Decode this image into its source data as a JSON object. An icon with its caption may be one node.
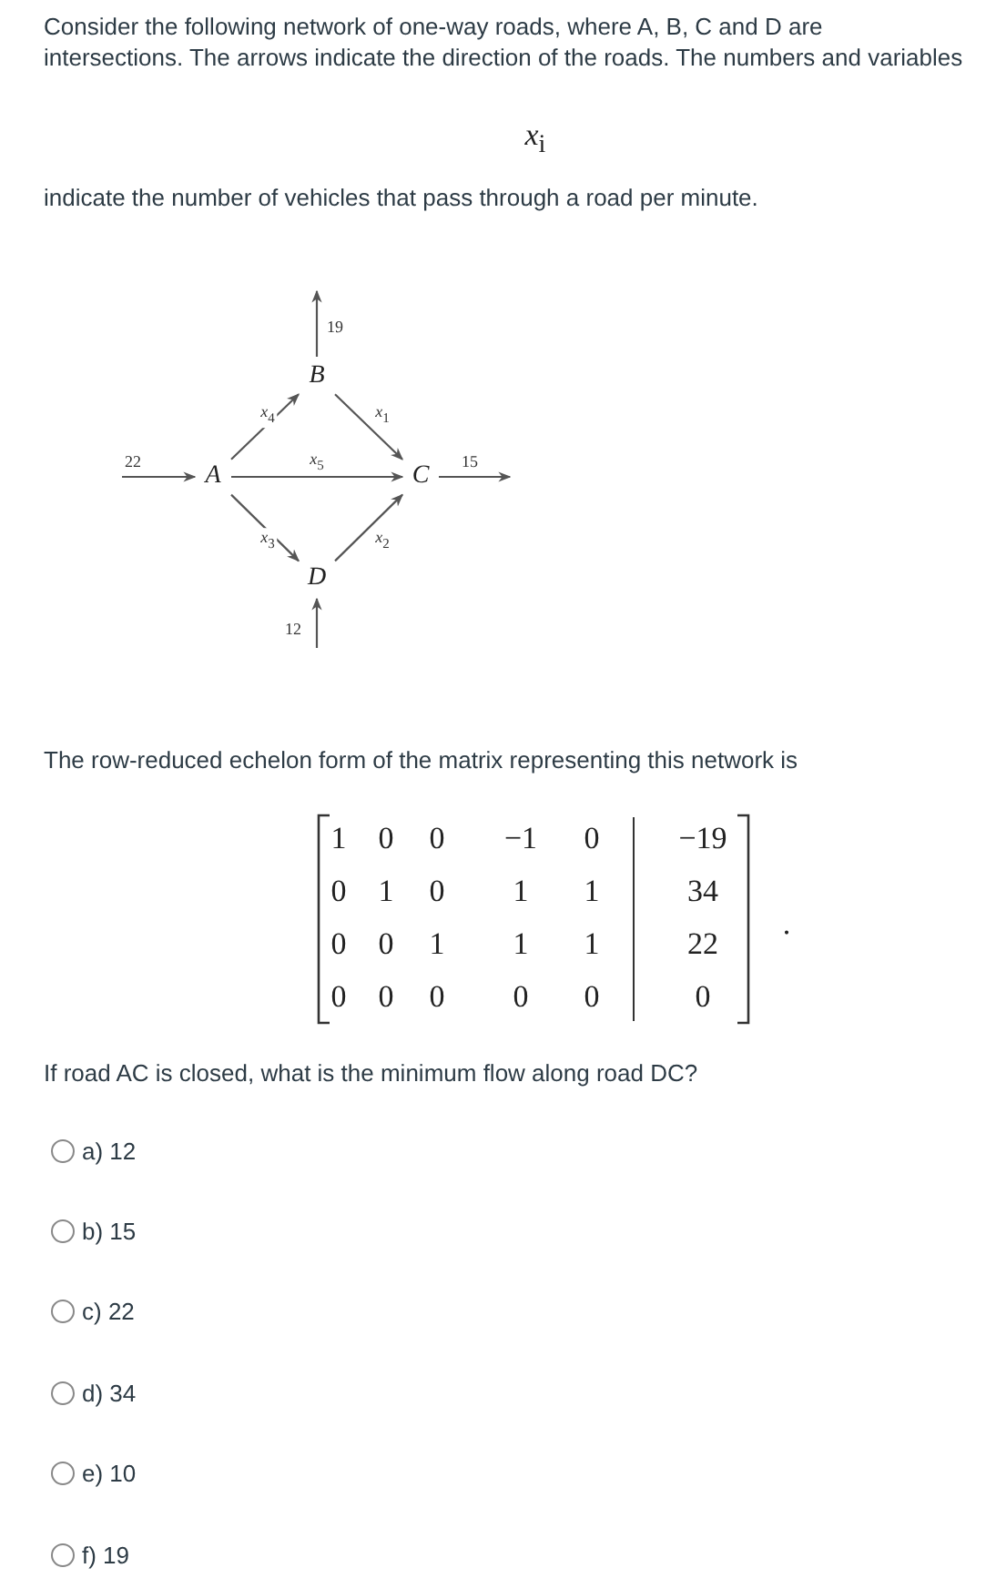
{
  "diagram": {
    "nodes": [
      {
        "text": [
          "A"
        ]
      },
      {
        "text": [
          "B"
        ]
      },
      {
        "text": [
          "C"
        ]
      },
      {
        "text": [
          "D"
        ]
      }
    ],
    "edges": [
      {
        "from": null,
        "to": 0,
        "arrow": "to",
        "label": "22"
      },
      {
        "from": 1,
        "to": null,
        "arrow": "to",
        "label": "19"
      },
      {
        "from": 0,
        "to": 1,
        "arrow": "to",
        "label": "*x*$_{4}$"
      },
      {
        "from": 1,
        "to": 2,
        "arrow": "to",
        "label": "*x*$_{1}$"
      },
      {
        "from": 0,
        "to": 2,
        "arrow": "to",
        "label": "*x*$_{5}$"
      },
      {
        "from": 2,
        "to": null,
        "arrow": "to",
        "label": "15"
      },
      {
        "from": 0,
        "to": 3,
        "arrow": "to",
        "label": "*x*$_{3}$"
      },
      {
        "from": 3,
        "to": 2,
        "arrow": "to",
        "label": "*x*$_{2}$"
      },
      {
        "from": null,
        "to": 3,
        "arrow": "to",
        "label": "12"
      }
    ],
    "labels": [
      "Consider the following network of one-way roads, where A, B, C and D are intersections. The arrows indicate the direction of the roads. The numbers and variables",
      "*x*$_{i}$",
      "indicate the number of vehicles that pass through a road per minute.",
      "The row-reduced echelon form of the matrix representing this network is",
      "1",
      "0",
      "0",
      "−1",
      "0",
      "−19",
      "0",
      "1",
      "0",
      "1",
      "1",
      "34",
      "0",
      "0",
      "1",
      "1",
      "1",
      "22",
      "0",
      "0",
      "0",
      "0",
      "0",
      "0",
      ".",
      "If road AC is closed, what is the minimum flow along road DC?",
      "a) 12",
      "b) 15",
      "c) 22",
      "d) 34",
      "e) 10",
      "f) 19"
    ]
  }
}
